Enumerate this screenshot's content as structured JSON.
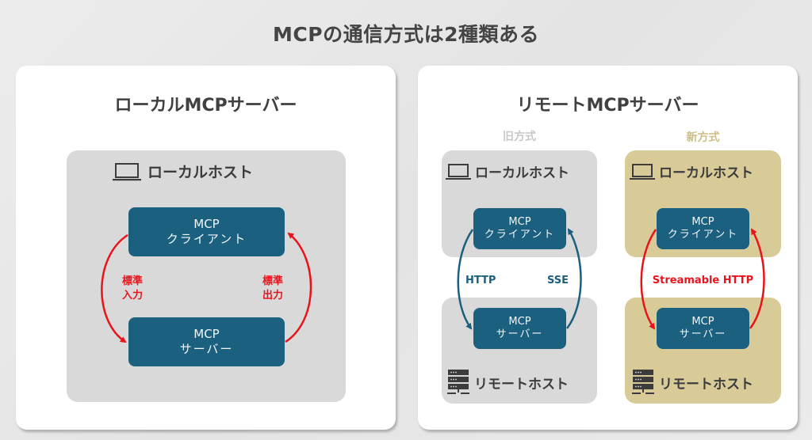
{
  "title": "MCPの通信方式は2種類ある",
  "colors": {
    "node_fill": "#1c6080",
    "arrow_red": "#e8141c",
    "arrow_blue": "#1c5f7e",
    "host_gray": "#d9d9d9",
    "host_gold": "#d9cb98",
    "old_label": "#c8c8c8",
    "new_label": "#cdbd86"
  },
  "local_panel": {
    "title": "ローカルMCPサーバー",
    "host": {
      "icon": "laptop-icon",
      "label": "ローカルホスト"
    },
    "client": {
      "line1": "MCP",
      "line2": "クライアント"
    },
    "server": {
      "line1": "MCP",
      "line2": "サーバー"
    },
    "left_arrow_label": [
      "標準",
      "入力"
    ],
    "right_arrow_label": [
      "標準",
      "出力"
    ]
  },
  "remote_panel": {
    "title": "リモートMCPサーバー",
    "old": {
      "heading": "旧方式",
      "local_host": {
        "icon": "laptop-icon",
        "label": "ローカルホスト"
      },
      "client": {
        "line1": "MCP",
        "line2": "クライアント"
      },
      "server": {
        "line1": "MCP",
        "line2": "サーバー"
      },
      "remote_host": {
        "icon": "server-rack-icon",
        "label": "リモートホスト"
      },
      "left_arrow_label": "HTTP",
      "right_arrow_label": "SSE"
    },
    "new": {
      "heading": "新方式",
      "local_host": {
        "icon": "laptop-icon",
        "label": "ローカルホスト"
      },
      "client": {
        "line1": "MCP",
        "line2": "クライアント"
      },
      "server": {
        "line1": "MCP",
        "line2": "サーバー"
      },
      "remote_host": {
        "icon": "server-rack-icon",
        "label": "リモートホスト"
      },
      "arrow_label": "Streamable HTTP"
    }
  }
}
